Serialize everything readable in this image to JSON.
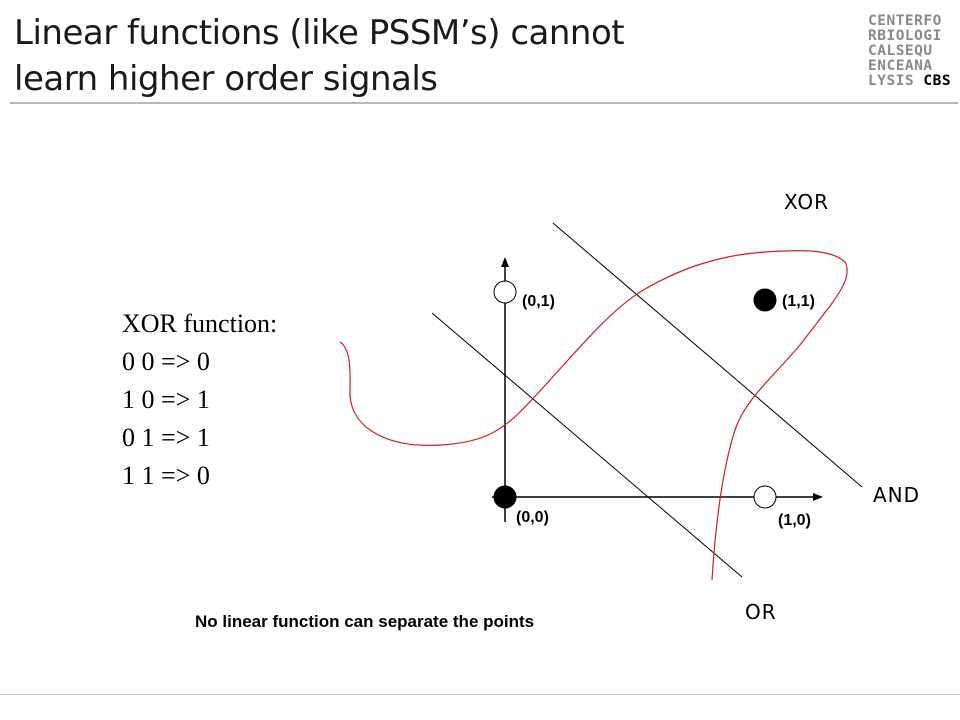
{
  "title": {
    "line1": "Linear functions (like PSSM’s) cannot",
    "line2": "learn higher order signals"
  },
  "logo": {
    "rows": [
      "CENTERFO",
      "RBIOLOGI",
      "CALSEQU",
      "ENCEANA"
    ],
    "last_row_prefix": "LYSIS",
    "last_row_brand": "CBS"
  },
  "xor_function": {
    "heading": "XOR function:",
    "rows": [
      "0 0 => 0",
      "1 0 => 1",
      "0 1 => 1",
      "1 1 => 0"
    ]
  },
  "points": [
    {
      "label": "(0,0)",
      "filled": true
    },
    {
      "label": "(1,0)",
      "filled": false
    },
    {
      "label": "(0,1)",
      "filled": false
    },
    {
      "label": "(1,1)",
      "filled": true
    }
  ],
  "line_labels": {
    "xor": "XOR",
    "and": "AND",
    "or": "OR"
  },
  "caption": "No linear function can separate the points",
  "colors": {
    "curve": "#cc2222",
    "lines": "#000000",
    "text": "#000000"
  }
}
